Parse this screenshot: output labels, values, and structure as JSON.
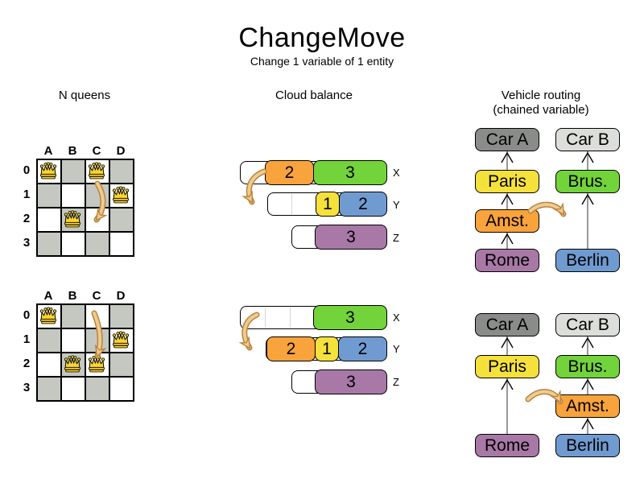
{
  "title": "ChangeMove",
  "subtitle": "Change 1 variable of 1 entity",
  "colors": {
    "orange": "#F9A33C",
    "green": "#72D33A",
    "yellow": "#F5E13C",
    "blue": "#6F9BD1",
    "purple": "#A878A6",
    "car-a-gray": "#8A8C89",
    "car-b-gray": "#DCDED9",
    "board-gray": "#C4C8C1",
    "queen-gold": "#FFD430",
    "chain-line-gray": "#7F7F7F",
    "arrow-tan-fill": "#EFCB92",
    "arrow-tan-stroke": "#B8843C"
  },
  "nqueens": {
    "heading": "N queens",
    "column_labels": [
      "A",
      "B",
      "C",
      "D"
    ],
    "row_labels": [
      "0",
      "1",
      "2",
      "3"
    ],
    "before": {
      "queens": [
        "A0",
        "C0",
        "D1",
        "B2"
      ],
      "move": {
        "from": "C0",
        "to": "C2"
      }
    },
    "after": {
      "queens": [
        "A0",
        "D1",
        "B2",
        "C2"
      ]
    }
  },
  "cloudbalance": {
    "heading": "Cloud balance",
    "before": {
      "rows": [
        {
          "label": "X",
          "blocks": [
            {
              "value": "2",
              "color": "orange"
            },
            {
              "value": "3",
              "color": "green"
            }
          ]
        },
        {
          "label": "Y",
          "blocks": [
            {
              "value": "1",
              "color": "yellow"
            },
            {
              "value": "2",
              "color": "blue"
            }
          ]
        },
        {
          "label": "Z",
          "blocks": [
            {
              "value": "3",
              "color": "purple"
            }
          ]
        }
      ]
    },
    "after": {
      "rows": [
        {
          "label": "X",
          "blocks": [
            {
              "value": "3",
              "color": "green"
            }
          ]
        },
        {
          "label": "Y",
          "blocks": [
            {
              "value": "2",
              "color": "orange"
            },
            {
              "value": "1",
              "color": "yellow"
            },
            {
              "value": "2",
              "color": "blue"
            }
          ]
        },
        {
          "label": "Z",
          "blocks": [
            {
              "value": "3",
              "color": "purple"
            }
          ]
        }
      ]
    }
  },
  "vehiclerouting": {
    "heading": "Vehicle routing",
    "subheading": "(chained variable)",
    "before": {
      "left": [
        {
          "label": "Car A",
          "color": "car-a-gray"
        },
        {
          "label": "Paris",
          "color": "yellow"
        },
        {
          "label": "Amst.",
          "color": "orange"
        },
        {
          "label": "Rome",
          "color": "purple"
        }
      ],
      "right": [
        {
          "label": "Car B",
          "color": "car-b-gray"
        },
        {
          "label": "Brus.",
          "color": "green"
        },
        {
          "label": "Berlin",
          "color": "blue"
        }
      ]
    },
    "after": {
      "left": [
        {
          "label": "Car A",
          "color": "car-a-gray"
        },
        {
          "label": "Paris",
          "color": "yellow"
        },
        {
          "label": "Rome",
          "color": "purple"
        }
      ],
      "right": [
        {
          "label": "Car B",
          "color": "car-b-gray"
        },
        {
          "label": "Brus.",
          "color": "green"
        },
        {
          "label": "Amst.",
          "color": "orange"
        },
        {
          "label": "Berlin",
          "color": "blue"
        }
      ]
    }
  }
}
